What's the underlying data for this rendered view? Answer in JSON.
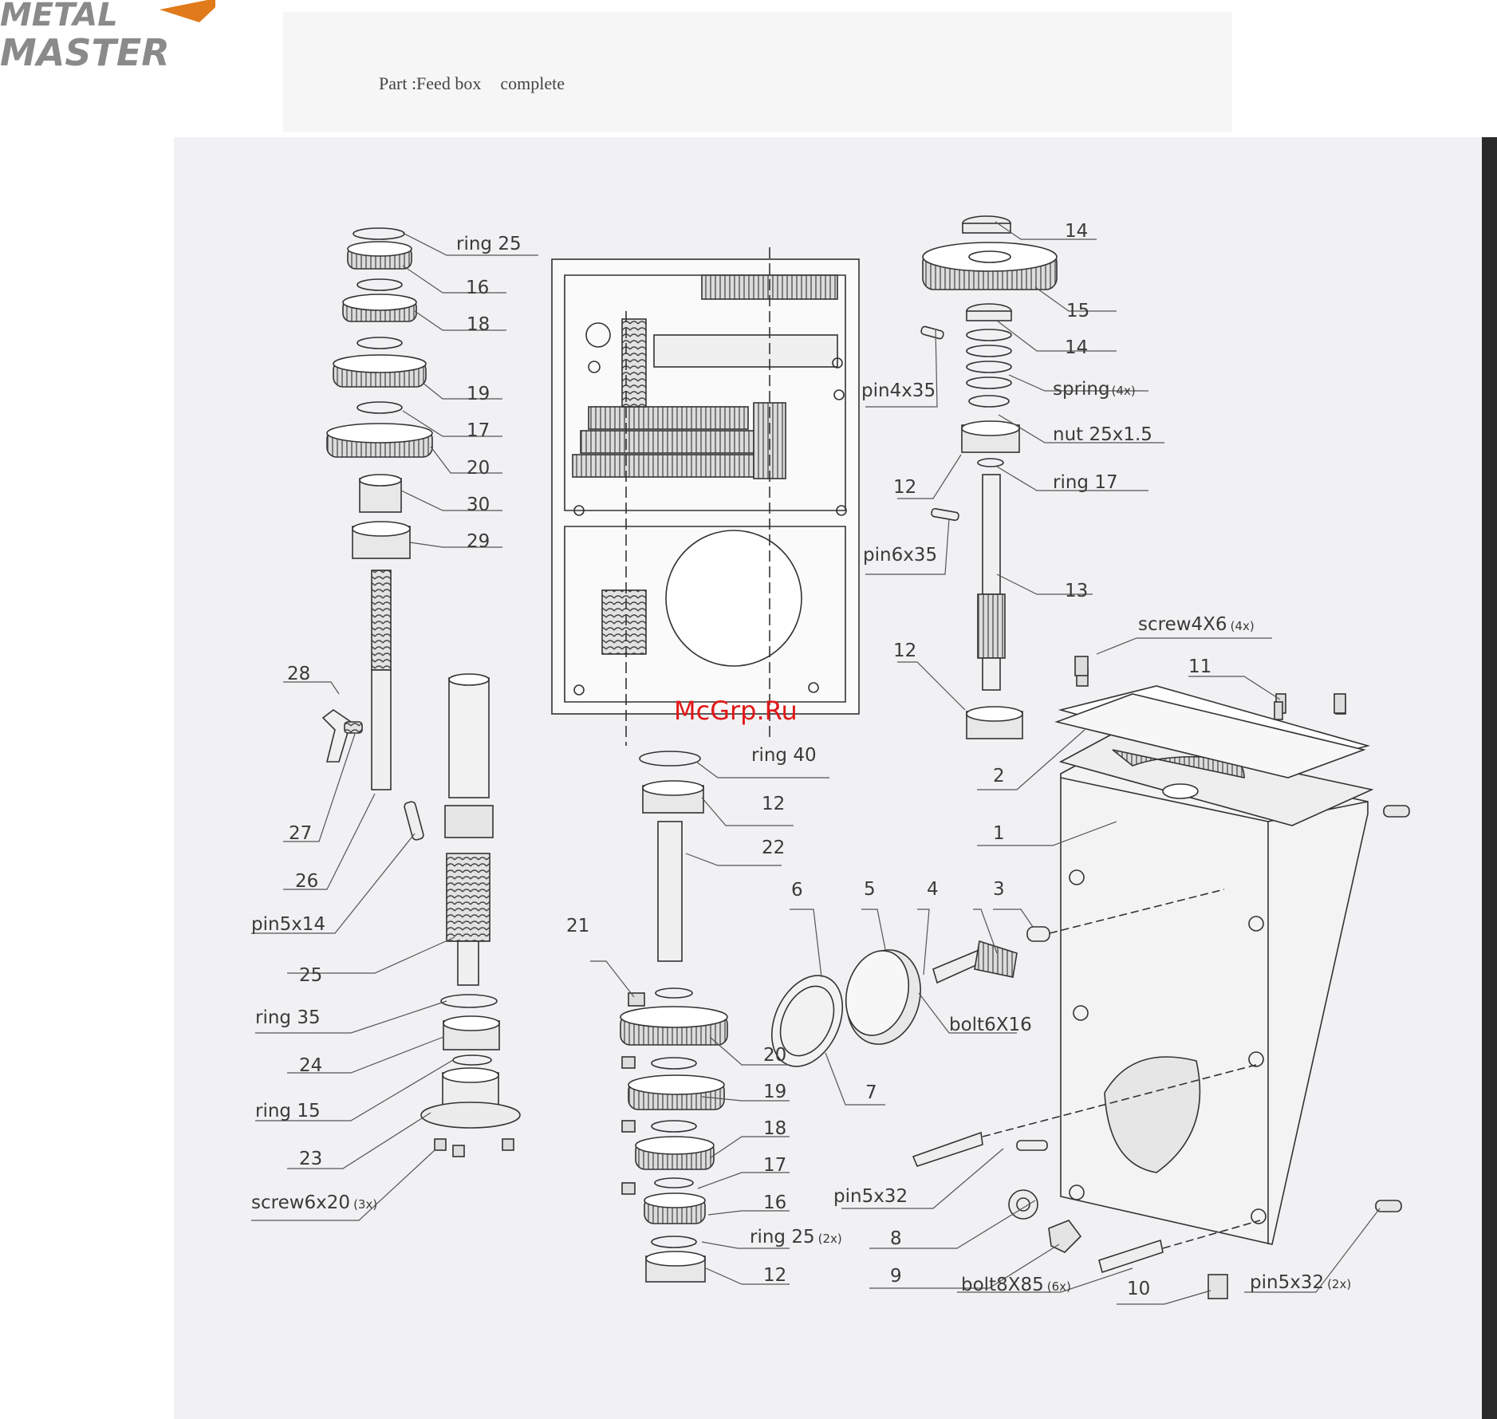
{
  "brand": {
    "line1": "METAL",
    "line2": "MASTER",
    "accent_color": "#e07a1a",
    "text_color": "#8a8a8a"
  },
  "page_title": {
    "prefix": "Part :Feed box",
    "suffix": "complete"
  },
  "watermark": "McGrp.Ru",
  "labels": {
    "ring25_top": "ring 25",
    "n16_top": "16",
    "n18_top": "18",
    "n19_top": "19",
    "n17_top": "17",
    "n20_top": "20",
    "n30": "30",
    "n29": "29",
    "n28": "28",
    "n27": "27",
    "n26": "26",
    "pin5x14": "pin5x14",
    "n25": "25",
    "ring35": "ring 35",
    "n24": "24",
    "ring15": "ring 15",
    "n23": "23",
    "screw6x20": "screw6x20",
    "screw6x20_qty": "(3x)",
    "n14_a": "14",
    "n15": "15",
    "n14_b": "14",
    "pin4x35": "pin4x35",
    "spring": "spring",
    "spring_qty": "(4x)",
    "nut": "nut 25x1.5",
    "n12_a": "12",
    "ring17": "ring 17",
    "pin6x35": "pin6x35",
    "n13": "13",
    "n12_b": "12",
    "screw4x6": "screw4X6",
    "screw4x6_qty": "(4x)",
    "n11": "11",
    "n2": "2",
    "n1": "1",
    "ring40": "ring 40",
    "n12_c": "12",
    "n22": "22",
    "n21": "21",
    "n6": "6",
    "n5": "5",
    "n4": "4",
    "n3": "3",
    "bolt6x16": "bolt6X16",
    "n7": "7",
    "n20_b": "20",
    "n19_b": "19",
    "n18_b": "18",
    "n17_b": "17",
    "n16_b": "16",
    "ring25_b": "ring 25",
    "ring25_b_qty": "(2x)",
    "n12_d": "12",
    "pin5x32_a": "pin5x32",
    "n8": "8",
    "n9": "9",
    "bolt8x85": "bolt8X85",
    "bolt8x85_qty": "(6x)",
    "n10": "10",
    "pin5x32_b": "pin5x32",
    "pin5x32_b_qty": "(2x)"
  }
}
